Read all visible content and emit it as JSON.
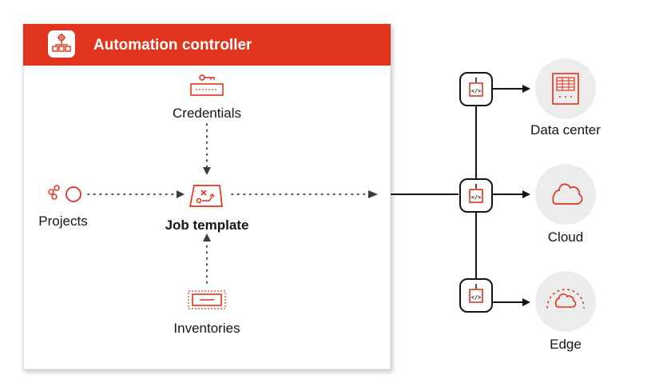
{
  "controller": {
    "title": "Automation controller",
    "icon": "automation-controller-icon"
  },
  "nodes": {
    "credentials": {
      "label": "Credentials",
      "icon": "key-icon"
    },
    "projects": {
      "label": "Projects",
      "icon": "projects-icon"
    },
    "job_template": {
      "label": "Job template",
      "icon": "job-template-icon"
    },
    "inventories": {
      "label": "Inventories",
      "icon": "inventory-icon"
    }
  },
  "targets": [
    {
      "label": "Data center",
      "icon": "data-center-icon"
    },
    {
      "label": "Cloud",
      "icon": "cloud-icon"
    },
    {
      "label": "Edge",
      "icon": "edge-cloud-icon"
    }
  ],
  "connector_icon": "code-node-icon",
  "colors": {
    "accent": "#e0341c",
    "target_circle": "#ececec",
    "panel_border": "#d2d2d2",
    "line": "#151515",
    "dotted": "#3c3c3c"
  }
}
